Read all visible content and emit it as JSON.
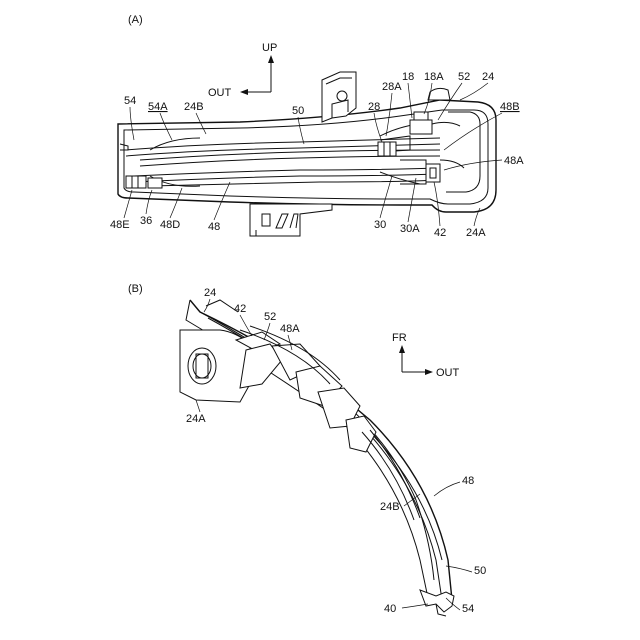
{
  "figure_a": {
    "label": "(A)",
    "dir_up": "UP",
    "dir_out": "OUT",
    "refs": {
      "r54": "54",
      "r54A": "54A",
      "r24B": "24B",
      "r50": "50",
      "r28A": "28A",
      "r28": "28",
      "r18": "18",
      "r18A": "18A",
      "r52": "52",
      "r24": "24",
      "r48B": "48B",
      "r48A": "48A",
      "r48E": "48E",
      "r36": "36",
      "r48D": "48D",
      "r48": "48",
      "r30": "30",
      "r30A": "30A",
      "r42": "42",
      "r24A": "24A"
    }
  },
  "figure_b": {
    "label": "(B)",
    "dir_fr": "FR",
    "dir_out": "OUT",
    "refs": {
      "r24": "24",
      "r42": "42",
      "r52": "52",
      "r48A": "48A",
      "r24A": "24A",
      "r48": "48",
      "r24B": "24B",
      "r50": "50",
      "r40": "40",
      "r54": "54"
    }
  }
}
